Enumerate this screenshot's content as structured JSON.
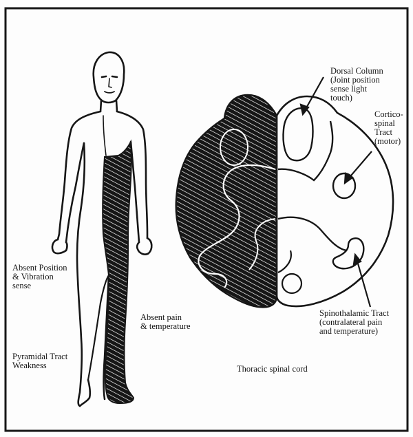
{
  "figure": {
    "body_labels": {
      "absent_position": "Absent Position\n& Vibration\nsense",
      "pyramidal": "Pyramidal Tract\nWeakness",
      "absent_pain": "Absent pain\n& temperature"
    },
    "cord_labels": {
      "dorsal_column": "Dorsal Column\n(Joint position\nsense light\ntouch)",
      "corticospinal": "Cortico-\nspinal\nTract\n(motor)",
      "spinothalamic": "Spinothalamic Tract\n(contralateral pain\nand temperature)"
    },
    "caption": "Thoracic spinal cord"
  },
  "colors": {
    "ink": "#161616",
    "paper": "#fdfdfd",
    "hatch": "#161616"
  }
}
